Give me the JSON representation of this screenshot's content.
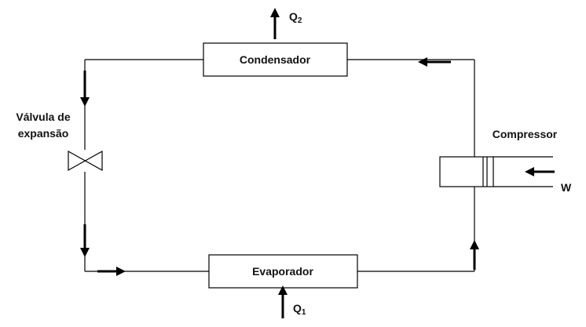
{
  "components": {
    "condenser": "Condensador",
    "evaporator": "Evaporador",
    "compressor": "Compressor",
    "valve_line1": "Válvula de",
    "valve_line2": "expansão"
  },
  "heat_out": {
    "symbol": "Q",
    "subscript": "2"
  },
  "heat_in": {
    "symbol": "Q",
    "subscript": "1"
  },
  "work": "W"
}
